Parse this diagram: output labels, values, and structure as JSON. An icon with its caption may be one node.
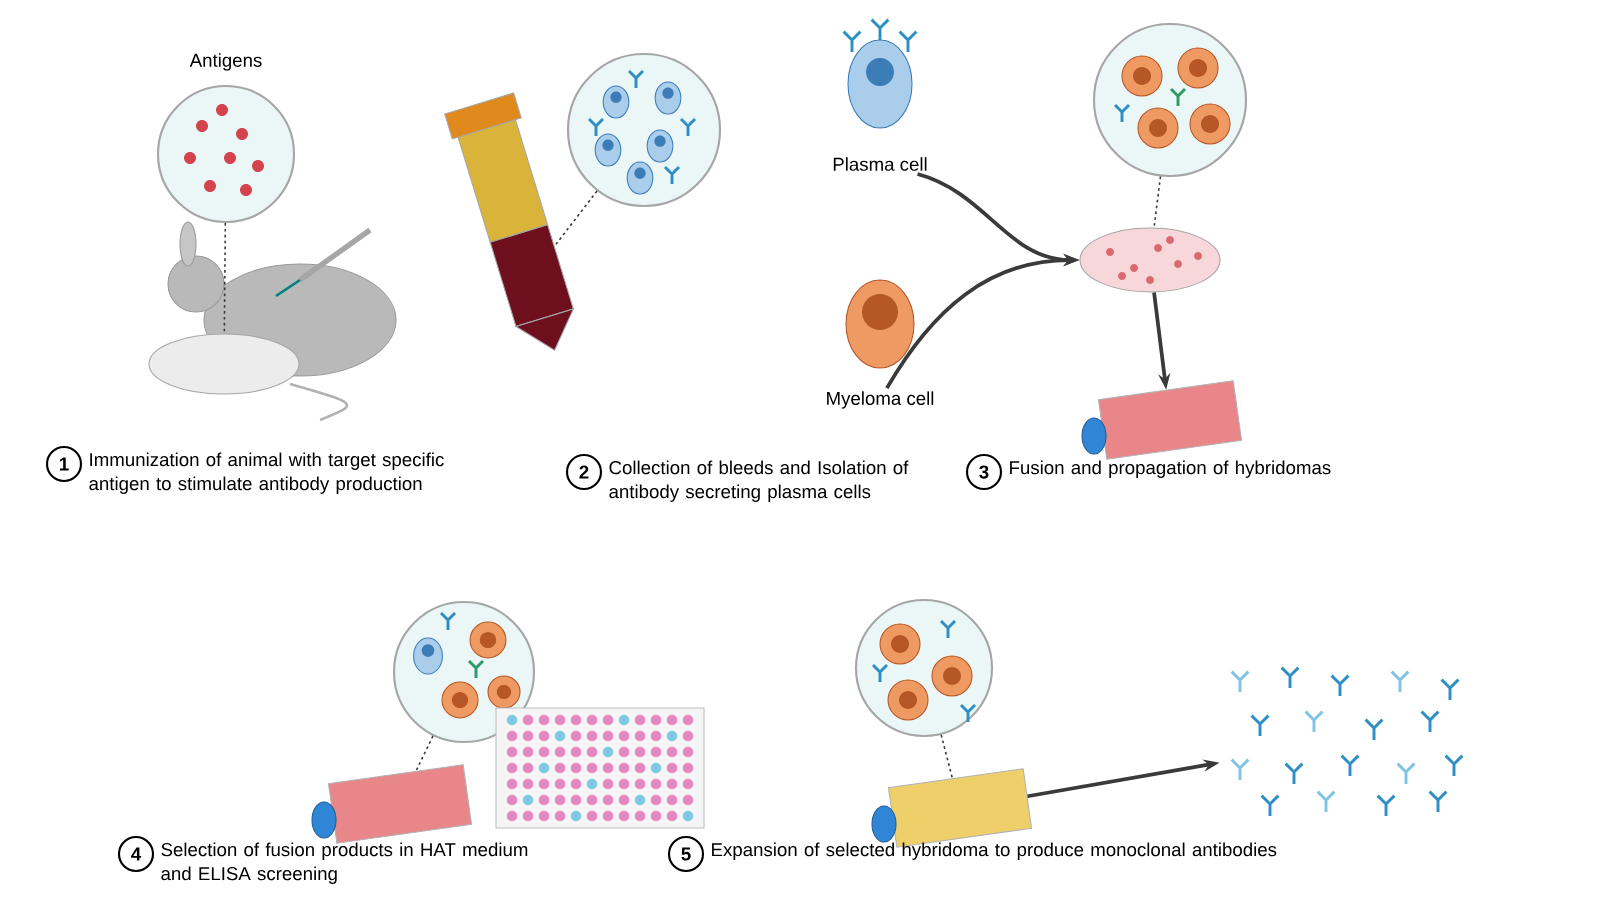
{
  "diagram": {
    "nodes": [
      {
        "text": [
          "Antigens"
        ]
      },
      {
        "text": [],
        "shape": "picture"
      },
      {
        "text": [],
        "shape": "circle"
      },
      {
        "text": [],
        "shape": "picture"
      },
      {
        "text": [
          "Plasma cell"
        ]
      },
      {
        "text": [
          "Myeloma cell"
        ]
      },
      {
        "text": [],
        "shape": "circle"
      },
      {
        "text": [],
        "shape": "picture"
      },
      {
        "text": [],
        "shape": "picture"
      },
      {
        "text": [],
        "shape": "circle"
      },
      {
        "text": [],
        "shape": "picture"
      },
      {
        "text": [],
        "shape": "picture"
      },
      {
        "text": [],
        "shape": "circle"
      },
      {
        "text": [],
        "shape": "picture"
      },
      {
        "text": [],
        "shape": "picture"
      }
    ],
    "edges": [
      {
        "from": 0,
        "to": 1,
        "arrow": "none",
        "style": "dashed"
      },
      {
        "from": 2,
        "to": 3,
        "arrow": "none",
        "style": "dashed"
      },
      {
        "from": 4,
        "to": 7,
        "arrow": "to"
      },
      {
        "from": 5,
        "to": 7,
        "arrow": "to"
      },
      {
        "from": 6,
        "to": 7,
        "arrow": "none",
        "style": "dashed"
      },
      {
        "from": 7,
        "to": 8,
        "arrow": "to"
      },
      {
        "from": 9,
        "to": 10,
        "arrow": "none",
        "style": "dashed"
      },
      {
        "from": 12,
        "to": 13,
        "arrow": "none",
        "style": "dashed"
      },
      {
        "from": 13,
        "to": 14,
        "arrow": "to"
      }
    ],
    "labels": [
      "1",
      "Immunization of animal with target specific antigen to stimulate antibody production",
      "2",
      "Collection of bleeds and Isolation of antibody secreting plasma cells",
      "3",
      "Fusion and propagation of hybridomas",
      "4",
      "Selection of fusion products in HAT medium and ELISA screening",
      "5",
      "Expansion of selected hybridoma to produce monoclonal antibodies"
    ]
  }
}
